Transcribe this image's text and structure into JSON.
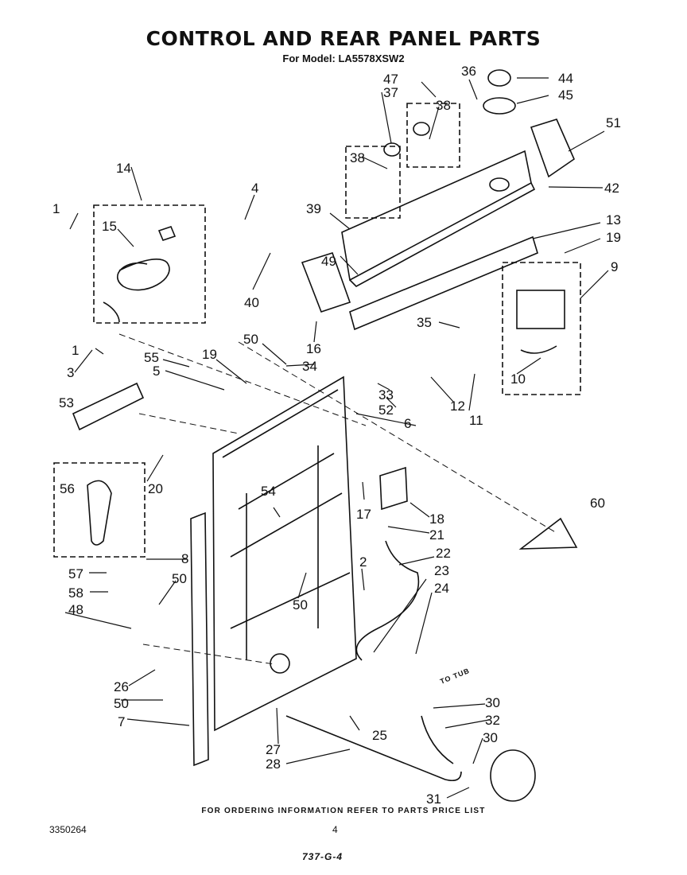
{
  "title": "CONTROL AND REAR PANEL PARTS",
  "subtitle": "For Model: LA5578XSW2",
  "footer_note": "FOR ORDERING INFORMATION REFER TO PARTS PRICE LIST",
  "doc_number": "3350264",
  "page_number": "4",
  "code": "737-G-4",
  "to_tub_label": "TO TUB",
  "callouts": [
    "1",
    "15",
    "14",
    "4",
    "39",
    "47",
    "37",
    "38",
    "38",
    "36",
    "44",
    "45",
    "51",
    "42",
    "13",
    "19",
    "9",
    "49",
    "40",
    "16",
    "35",
    "1",
    "3",
    "53",
    "55",
    "5",
    "19",
    "50",
    "34",
    "33",
    "52",
    "12",
    "11",
    "10",
    "6",
    "20",
    "56",
    "54",
    "17",
    "18",
    "21",
    "60",
    "8",
    "22",
    "57",
    "50",
    "2",
    "23",
    "24",
    "58",
    "48",
    "50",
    "26",
    "50",
    "7",
    "25",
    "27",
    "28",
    "30",
    "32",
    "30",
    "31"
  ]
}
